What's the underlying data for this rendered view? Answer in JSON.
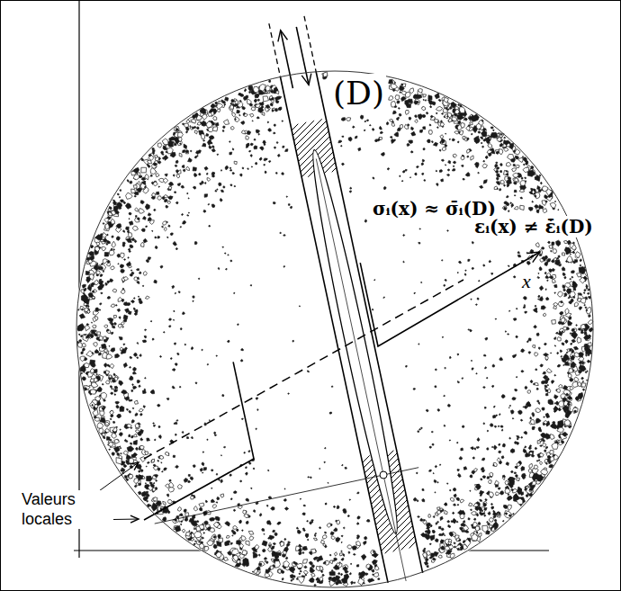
{
  "diagram": {
    "nodes": [
      {
        "text": [
          "(D)"
        ]
      }
    ],
    "labels": [
      "σᵢ(x) ≈ σ̄ᵢ(D)",
      "εᵢ(x) ≠ ε̇̄ᵢ(D)",
      "x",
      "Valeurs locales"
    ]
  }
}
